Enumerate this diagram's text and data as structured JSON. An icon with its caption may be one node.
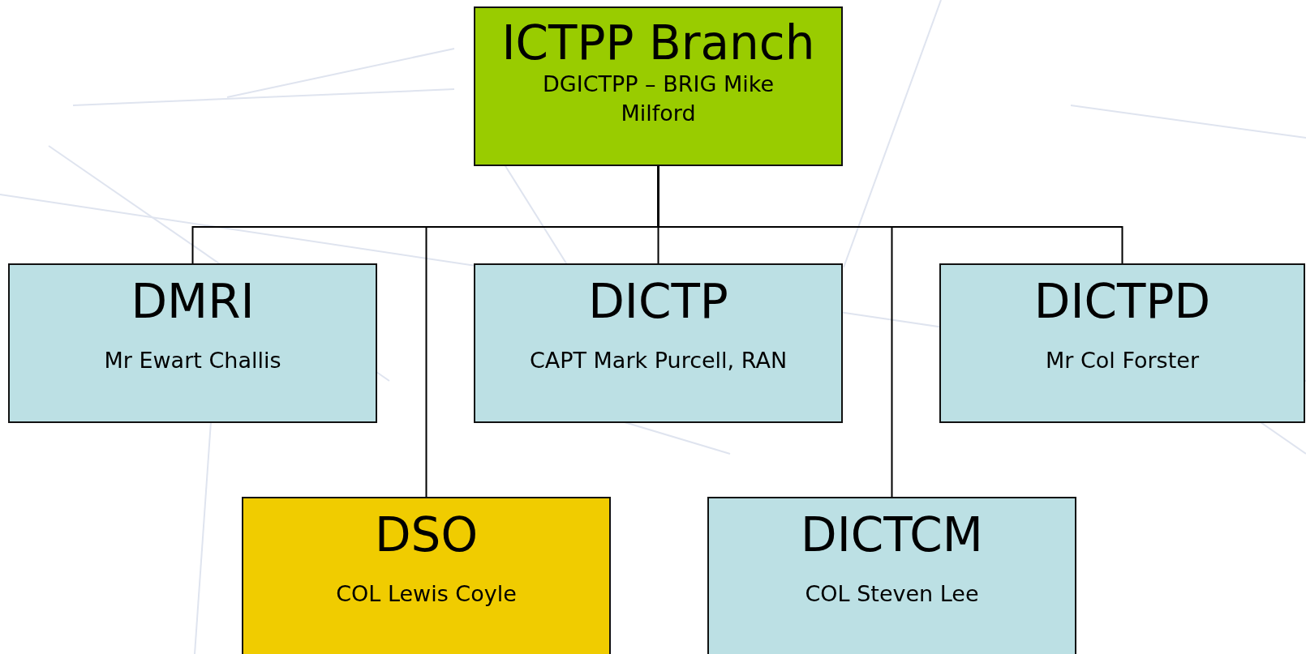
{
  "diagram": {
    "nodes": [
      {
        "text": [
          "ICTPP Branch",
          "DGICTPP – BRIG Mike Milford"
        ]
      },
      {
        "text": [
          "DMRI",
          "Mr Ewart Challis"
        ]
      },
      {
        "text": [
          "DICTP",
          "CAPT Mark Purcell, RAN"
        ]
      },
      {
        "text": [
          "DICTPD",
          "Mr Col Forster"
        ]
      },
      {
        "text": [
          "DSO",
          "COL Lewis Coyle"
        ]
      },
      {
        "text": [
          "DICTCM",
          "COL Steven Lee"
        ]
      }
    ],
    "edges": [
      {
        "from": 0,
        "to": 1,
        "arrow": "none"
      },
      {
        "from": 0,
        "to": 4,
        "arrow": "none"
      },
      {
        "from": 0,
        "to": 2,
        "arrow": "none"
      },
      {
        "from": 0,
        "to": 5,
        "arrow": "none"
      },
      {
        "from": 0,
        "to": 3,
        "arrow": "none"
      }
    ]
  }
}
